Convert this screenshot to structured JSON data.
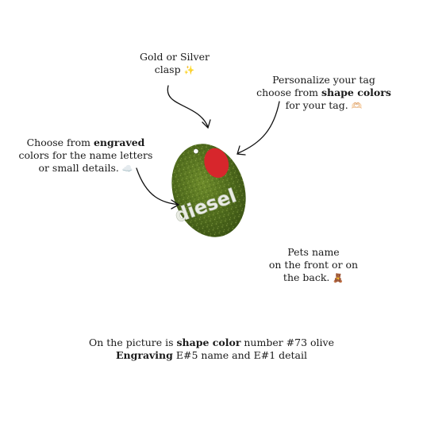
{
  "annotations": {
    "clasp": {
      "line1": "Gold or Silver",
      "line2": "clasp",
      "emoji": "✨"
    },
    "shape": {
      "line1": "Personalize your tag",
      "line2_pre": "choose from ",
      "line2_bold": "shape colors",
      "line3": "for your tag.",
      "emoji": "🫶🏻"
    },
    "engraved": {
      "line1_pre": "Choose from ",
      "line1_bold": "engraved",
      "line2": "colors for the name letters",
      "line3": "or small details.",
      "emoji": "☁️"
    },
    "pets": {
      "line1": "Pets name",
      "line2": "on the front or on",
      "line3": "the back.",
      "emoji": "🧸"
    }
  },
  "tag": {
    "name": "diesel",
    "shape_color": "#4e6a1c",
    "detail_color": "#d7262c",
    "engraving_color": "#e9ece4"
  },
  "caption": {
    "line1_pre": "On the picture is ",
    "line1_bold": "shape color",
    "line1_post": " number #73 olive",
    "line2_bold": "Engraving",
    "line2_post": " E#5 name and E#1 detail"
  },
  "icons": {
    "arrows": "curved-arrow-icon",
    "sparkle": "sparkles-icon",
    "hands": "heart-hands-icon",
    "cloud": "cloud-icon",
    "bear": "teddy-bear-icon"
  }
}
